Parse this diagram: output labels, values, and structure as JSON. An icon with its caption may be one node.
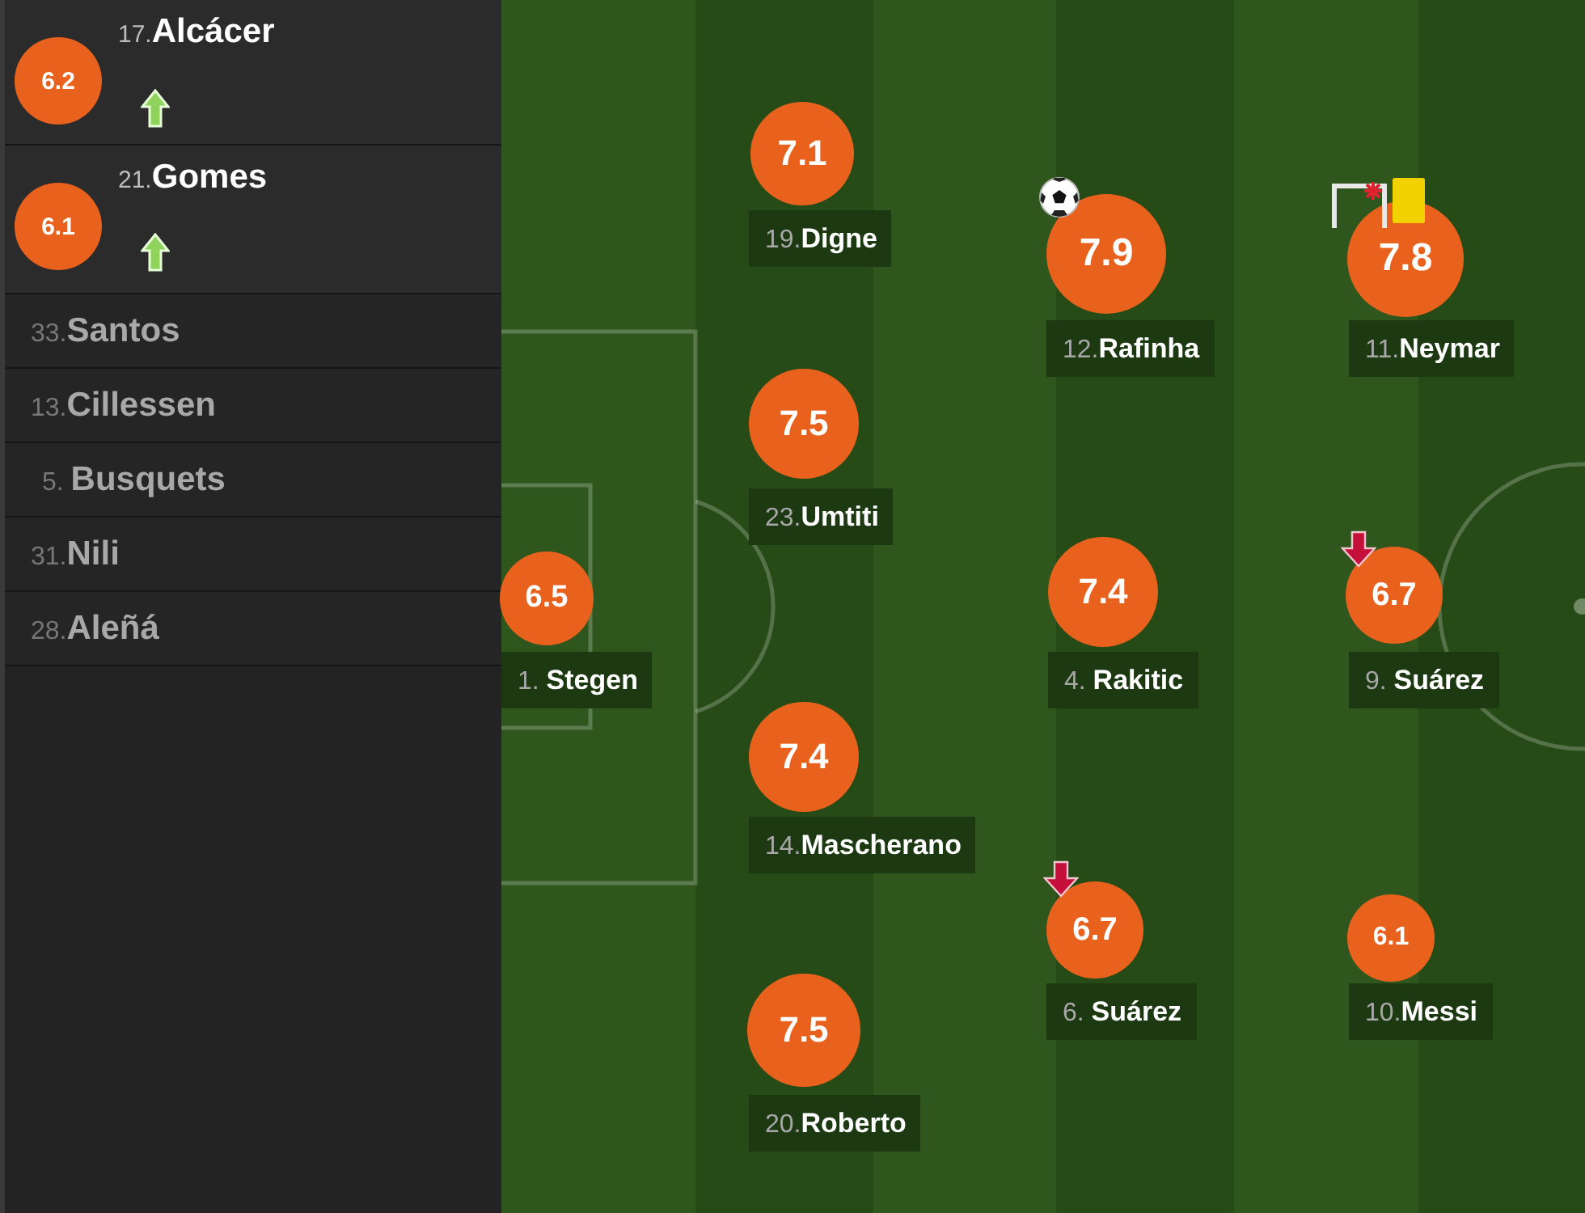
{
  "diagram": {
    "nodes": [
      {
        "text": [
          "17.**Alcácer**"
        ]
      },
      {
        "text": [
          "6.2"
        ],
        "in": 0
      },
      {
        "text": [
          "21.**Gomes**"
        ]
      },
      {
        "text": [
          "6.1"
        ],
        "in": 2
      },
      {
        "text": [
          "33.**Santos**"
        ]
      },
      {
        "text": [
          "13.**Cillessen**"
        ]
      },
      {
        "text": [
          "5. **Busquets**"
        ]
      },
      {
        "text": [
          "31.**Nili**"
        ]
      },
      {
        "text": [
          "28.**Aleñá**"
        ]
      },
      {
        "text": [
          "7.1"
        ]
      },
      {
        "text": [
          "19.**Digne**"
        ]
      },
      {
        "text": [
          "7.9"
        ]
      },
      {
        "text": [
          "12.**Rafinha**"
        ]
      },
      {
        "text": [
          "7.8"
        ]
      },
      {
        "text": [
          "11.**Neymar**"
        ]
      },
      {
        "text": [
          "7.5"
        ]
      },
      {
        "text": [
          "23.**Umtiti**"
        ]
      },
      {
        "text": [
          "6.5"
        ]
      },
      {
        "text": [
          "1. **Stegen**"
        ]
      },
      {
        "text": [
          "7.4"
        ]
      },
      {
        "text": [
          "4. **Rakitic**"
        ]
      },
      {
        "text": [
          "6.7"
        ]
      },
      {
        "text": [
          "9. **Suárez**"
        ]
      },
      {
        "text": [
          "7.4"
        ]
      },
      {
        "text": [
          "14.**Mascherano**"
        ]
      },
      {
        "text": [
          "6.7"
        ]
      },
      {
        "text": [
          "6. **Suárez**"
        ]
      },
      {
        "text": [
          "6.1"
        ]
      },
      {
        "text": [
          "10.**Messi**"
        ]
      },
      {
        "text": [
          "7.5"
        ]
      },
      {
        "text": [
          "20.**Roberto**"
        ]
      }
    ]
  }
}
